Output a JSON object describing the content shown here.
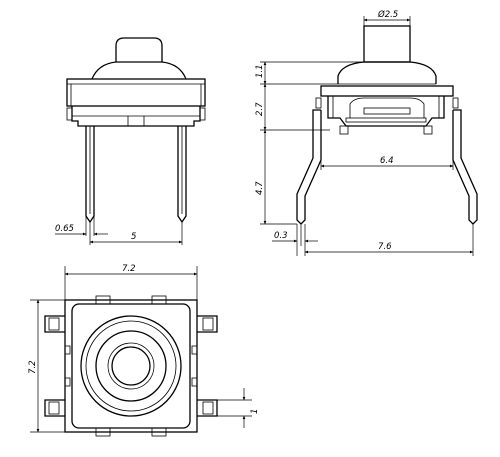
{
  "drawing": {
    "front_view": {
      "pin_width_label": "0.65",
      "pin_pitch_label": "5"
    },
    "side_view": {
      "plunger_diameter_label": "Ø2.5",
      "cap_height_label": "1.1",
      "body_height_label": "2.7",
      "inner_span_label": "6.4",
      "lead_length_label": "4.7",
      "lead_thickness_label": "0.3",
      "total_span_label": "7.6"
    },
    "top_view": {
      "body_width_label": "7.2",
      "body_height_label": "7.2",
      "tab_width_label": "1"
    }
  }
}
